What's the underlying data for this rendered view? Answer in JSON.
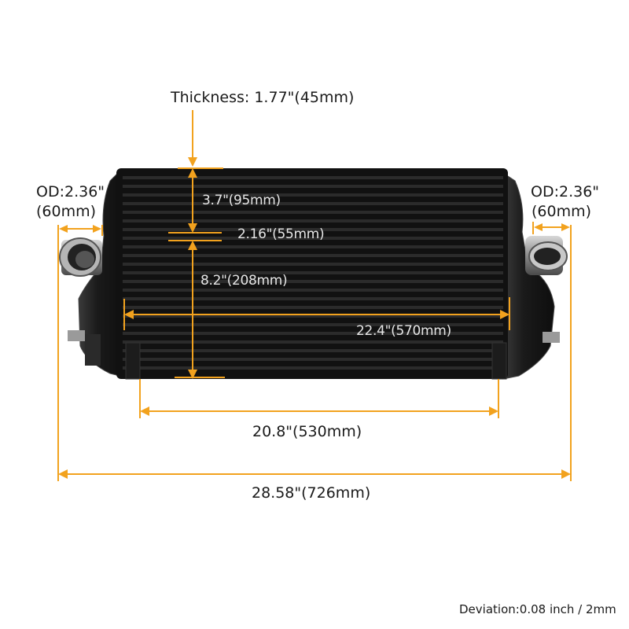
{
  "labels": {
    "thickness": "Thickness: 1.77\"(45mm)",
    "od_left": [
      "OD:2.36\"",
      "(60mm)"
    ],
    "od_right": [
      "OD:2.36\"",
      "(60mm)"
    ],
    "top_tank": "3.7\"(95mm)",
    "gap": "2.16\"(55mm)",
    "core_height": "8.2\"(208mm)",
    "core_width": "22.4\"(570mm)",
    "bracket_span": "20.8\"(530mm)",
    "overall_width": "28.58\"(726mm)",
    "deviation": "Deviation:0.08 inch / 2mm"
  },
  "colors": {
    "dimension": "#f2a21e",
    "core": "#111111",
    "text_dark": "#1a1a1a",
    "text_light": "#e6e6e6"
  }
}
